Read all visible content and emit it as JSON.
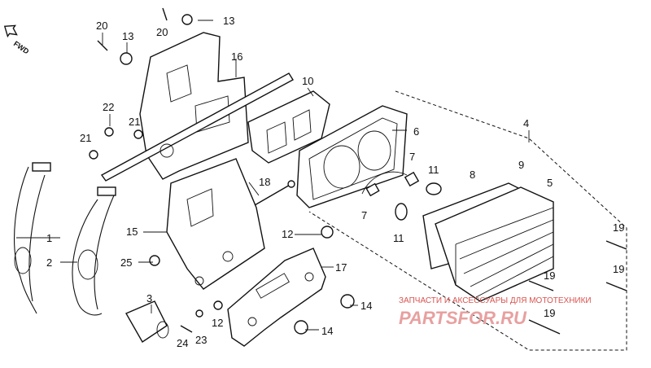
{
  "diagram": {
    "direction_label": "FWD",
    "callouts": [
      {
        "id": "c20a",
        "label": "20"
      },
      {
        "id": "c13a",
        "label": "13"
      },
      {
        "id": "c20b",
        "label": "20"
      },
      {
        "id": "c13b",
        "label": "13"
      },
      {
        "id": "c16",
        "label": "16"
      },
      {
        "id": "c10",
        "label": "10"
      },
      {
        "id": "c22",
        "label": "22"
      },
      {
        "id": "c21a",
        "label": "21"
      },
      {
        "id": "c21b",
        "label": "21"
      },
      {
        "id": "c6",
        "label": "6"
      },
      {
        "id": "c4",
        "label": "4"
      },
      {
        "id": "c7a",
        "label": "7"
      },
      {
        "id": "c11a",
        "label": "11"
      },
      {
        "id": "c8",
        "label": "8"
      },
      {
        "id": "c9",
        "label": "9"
      },
      {
        "id": "c5",
        "label": "5"
      },
      {
        "id": "c18",
        "label": "18"
      },
      {
        "id": "c7b",
        "label": "7"
      },
      {
        "id": "c11b",
        "label": "11"
      },
      {
        "id": "c1",
        "label": "1"
      },
      {
        "id": "c15",
        "label": "15"
      },
      {
        "id": "c12a",
        "label": "12"
      },
      {
        "id": "c19a",
        "label": "19"
      },
      {
        "id": "c2",
        "label": "2"
      },
      {
        "id": "c25",
        "label": "25"
      },
      {
        "id": "c17",
        "label": "17"
      },
      {
        "id": "c19b",
        "label": "19"
      },
      {
        "id": "c19c",
        "label": "19"
      },
      {
        "id": "c3",
        "label": "3"
      },
      {
        "id": "c14a",
        "label": "14"
      },
      {
        "id": "c12b",
        "label": "12"
      },
      {
        "id": "c23",
        "label": "23"
      },
      {
        "id": "c24",
        "label": "24"
      },
      {
        "id": "c19d",
        "label": "19"
      },
      {
        "id": "c14b",
        "label": "14"
      }
    ]
  },
  "watermark": {
    "caption": "ЗАПЧАСТИ И АКСЕССУАРЫ ДЛЯ МОТОТЕХНИКИ",
    "logo": "PARTSFOR.RU"
  }
}
